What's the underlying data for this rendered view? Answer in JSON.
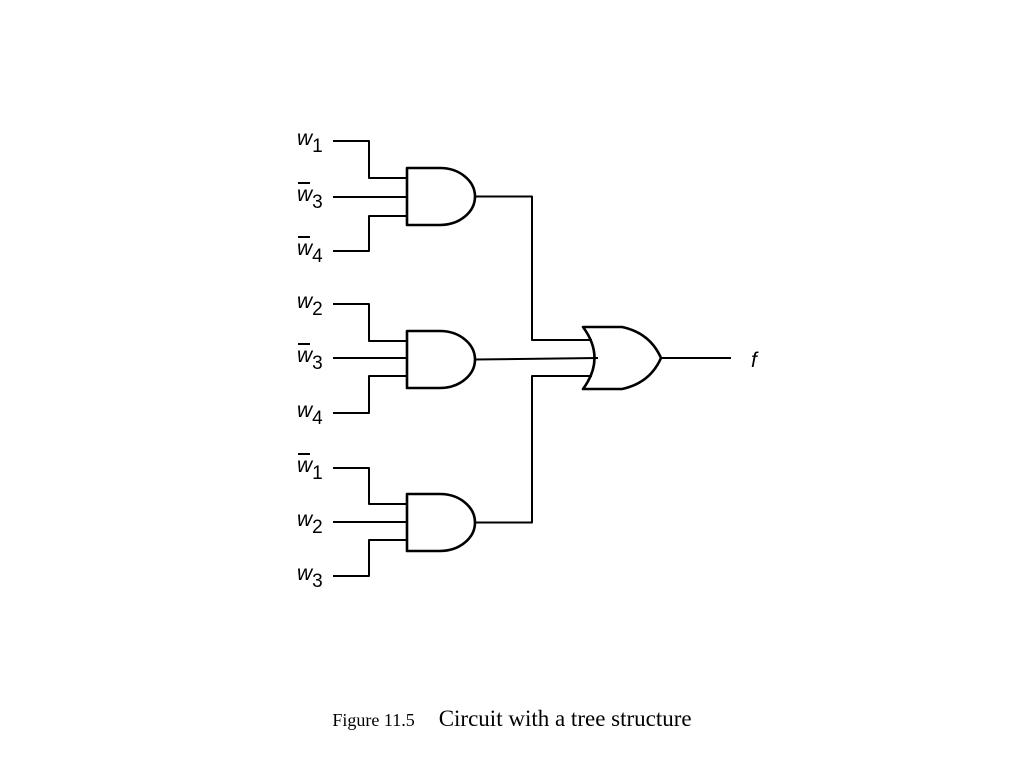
{
  "diagram": {
    "inputs": [
      {
        "var": "w",
        "sub": "1",
        "complement": false
      },
      {
        "var": "w",
        "sub": "3",
        "complement": true
      },
      {
        "var": "w",
        "sub": "4",
        "complement": true
      },
      {
        "var": "w",
        "sub": "2",
        "complement": false
      },
      {
        "var": "w",
        "sub": "3",
        "complement": true
      },
      {
        "var": "w",
        "sub": "4",
        "complement": false
      },
      {
        "var": "w",
        "sub": "1",
        "complement": true
      },
      {
        "var": "w",
        "sub": "2",
        "complement": false
      },
      {
        "var": "w",
        "sub": "3",
        "complement": false
      }
    ],
    "gates": [
      {
        "type": "AND",
        "inputs": [
          0,
          1,
          2
        ]
      },
      {
        "type": "AND",
        "inputs": [
          3,
          4,
          5
        ]
      },
      {
        "type": "AND",
        "inputs": [
          6,
          7,
          8
        ]
      },
      {
        "type": "OR",
        "inputs": [
          "and-1",
          "and-2",
          "and-3"
        ]
      }
    ],
    "output_label": "f"
  },
  "caption": {
    "figure_number": "Figure 11.5",
    "title": "Circuit with a tree structure"
  }
}
